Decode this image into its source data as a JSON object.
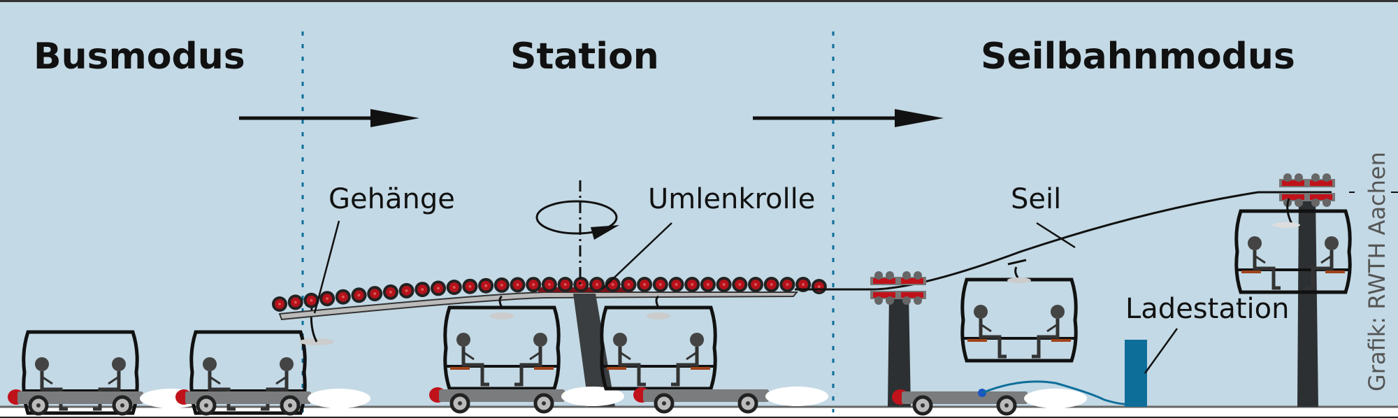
{
  "diagram": {
    "sections": [
      {
        "title": "Busmodus"
      },
      {
        "title": "Station"
      },
      {
        "title": "Seilbahnmodus"
      }
    ],
    "labels": {
      "gehaenge": "Gehänge",
      "umlenkrolle": "Umlenkrolle",
      "seil": "Seil",
      "ladestation": "Ladestation"
    },
    "credit": "Grafik: RWTH Aachen",
    "colors": {
      "background": "#c3d9e5",
      "divider": "#0e6e9a",
      "roller_red": "#b5121b",
      "tower": "#3b3e40",
      "charger": "#0e6e9a",
      "chassis": "#7a7c7e"
    }
  }
}
